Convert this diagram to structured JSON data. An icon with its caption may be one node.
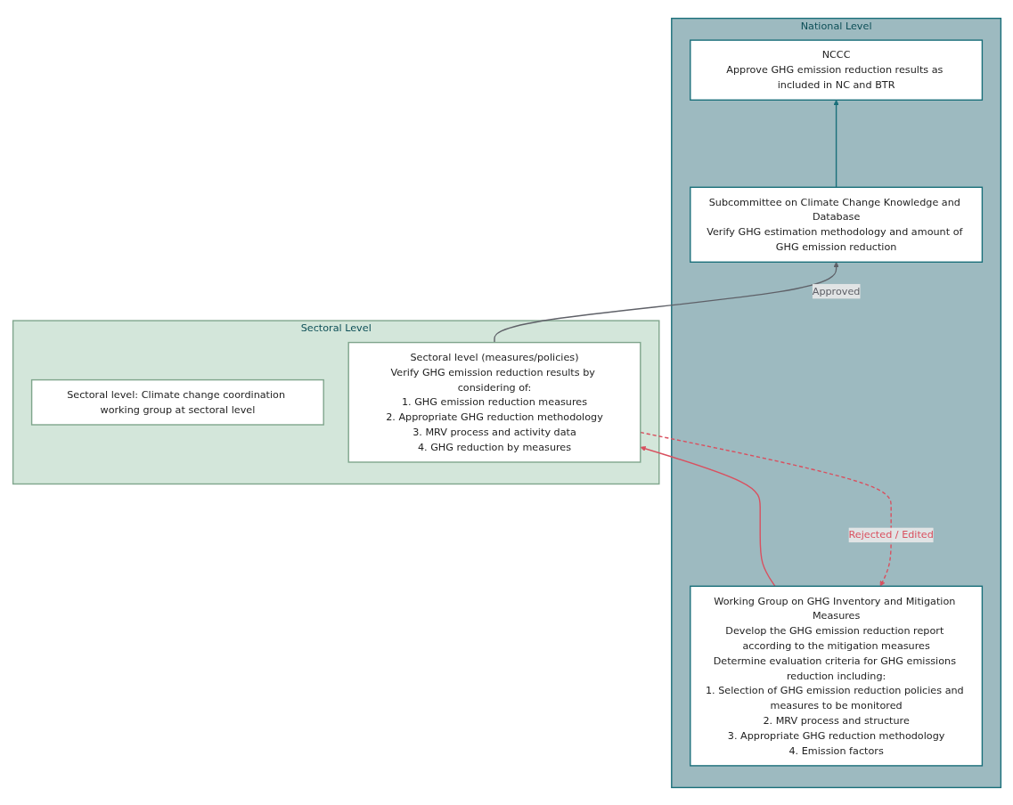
{
  "diagram": {
    "nodes": [
      {
        "text": [
          "National Level"
        ]
      },
      {
        "text": [
          "NCCC",
          "Approve GHG emission reduction results as included in NC and BTR"
        ],
        "in": 0
      },
      {
        "text": [
          "Subcommittee on Climate Change Knowledge and Database",
          "Verify GHG estimation methodology and amount of GHG emission reduction"
        ],
        "in": 0
      },
      {
        "text": [
          "Working Group on GHG Inventory and Mitigation Measures",
          "Develop the GHG emission reduction report according to the mitigation measures",
          "Determine evaluation criteria for GHG emissions reduction including:",
          "1. Selection of GHG emission reduction policies and measures to be monitored",
          "2. MRV process and structure",
          "3. Appropriate GHG reduction methodology",
          "4. Emission factors"
        ],
        "in": 0
      },
      {
        "text": [
          "Sectoral Level"
        ]
      },
      {
        "text": [
          "Sectoral level: Climate change coordination working group at sectoral level"
        ],
        "in": 4
      },
      {
        "text": [
          "Sectoral level (measures/policies)",
          "Verify GHG emission reduction results by considering of:",
          "1. GHG emission reduction measures",
          "2. Appropriate GHG reduction methodology",
          "3. MRV process and activity data",
          "4. GHG reduction by measures"
        ],
        "in": 4
      }
    ],
    "edges": [
      {
        "from": 2,
        "to": 1,
        "arrow": "to",
        "color": "#1a6f7a"
      },
      {
        "from": 6,
        "to": 2,
        "arrow": "to",
        "label": "Approved",
        "color": "#5f6168"
      },
      {
        "from": 3,
        "to": 6,
        "arrow": "to",
        "color": "#d9505f"
      },
      {
        "from": 6,
        "to": 3,
        "arrow": "to",
        "label": "Rejected / Edited",
        "style": "dashed",
        "color": "#d9505f"
      }
    ]
  }
}
